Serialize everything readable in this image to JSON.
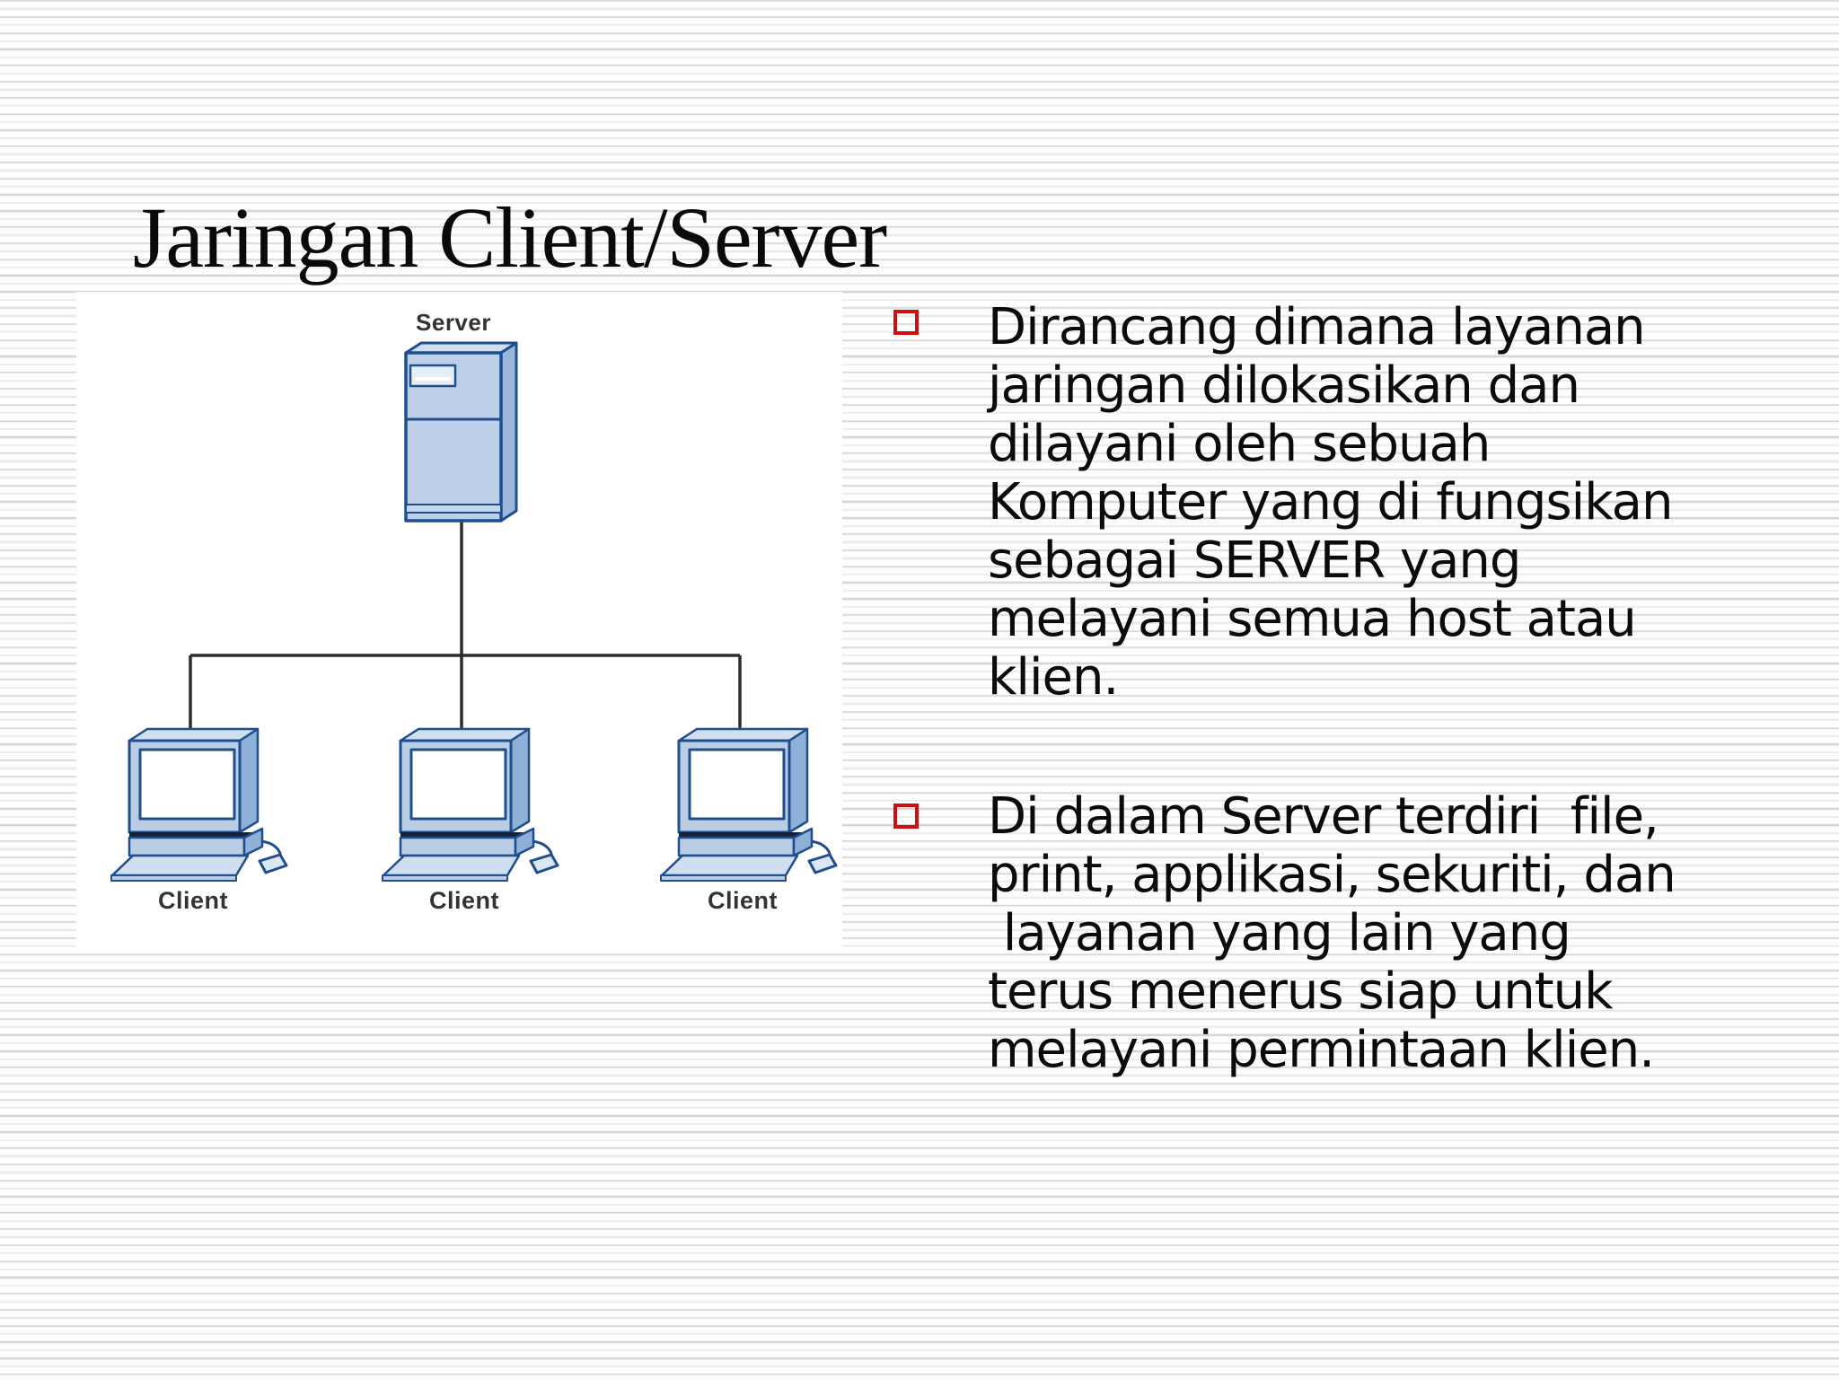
{
  "slide": {
    "title": "Jaringan Client/Server",
    "bullets": [
      {
        "lines": [
          "Dirancang dimana layanan",
          "jaringan dilokasikan dan",
          "dilayani oleh sebuah",
          "Komputer yang di fungsikan",
          "sebagai SERVER yang",
          "melayani semua host atau",
          "klien."
        ]
      },
      {
        "lines": [
          "Di dalam Server terdiri  file,",
          "print, applikasi, sekuriti, dan",
          " layanan yang lain yang",
          "terus menerus siap untuk",
          "melayani permintaan klien."
        ]
      }
    ],
    "bullet_marker_color": "#cc1010"
  },
  "diagram": {
    "server_label": "Server",
    "client_labels": [
      "Client",
      "Client",
      "Client"
    ],
    "colors": {
      "device_face": "#bdd0e8",
      "device_side": "#93b3d8",
      "device_top": "#cfdfef",
      "outline": "#1f4e8f",
      "screen": "#ffffff",
      "cable": "#2d2d2d"
    }
  }
}
